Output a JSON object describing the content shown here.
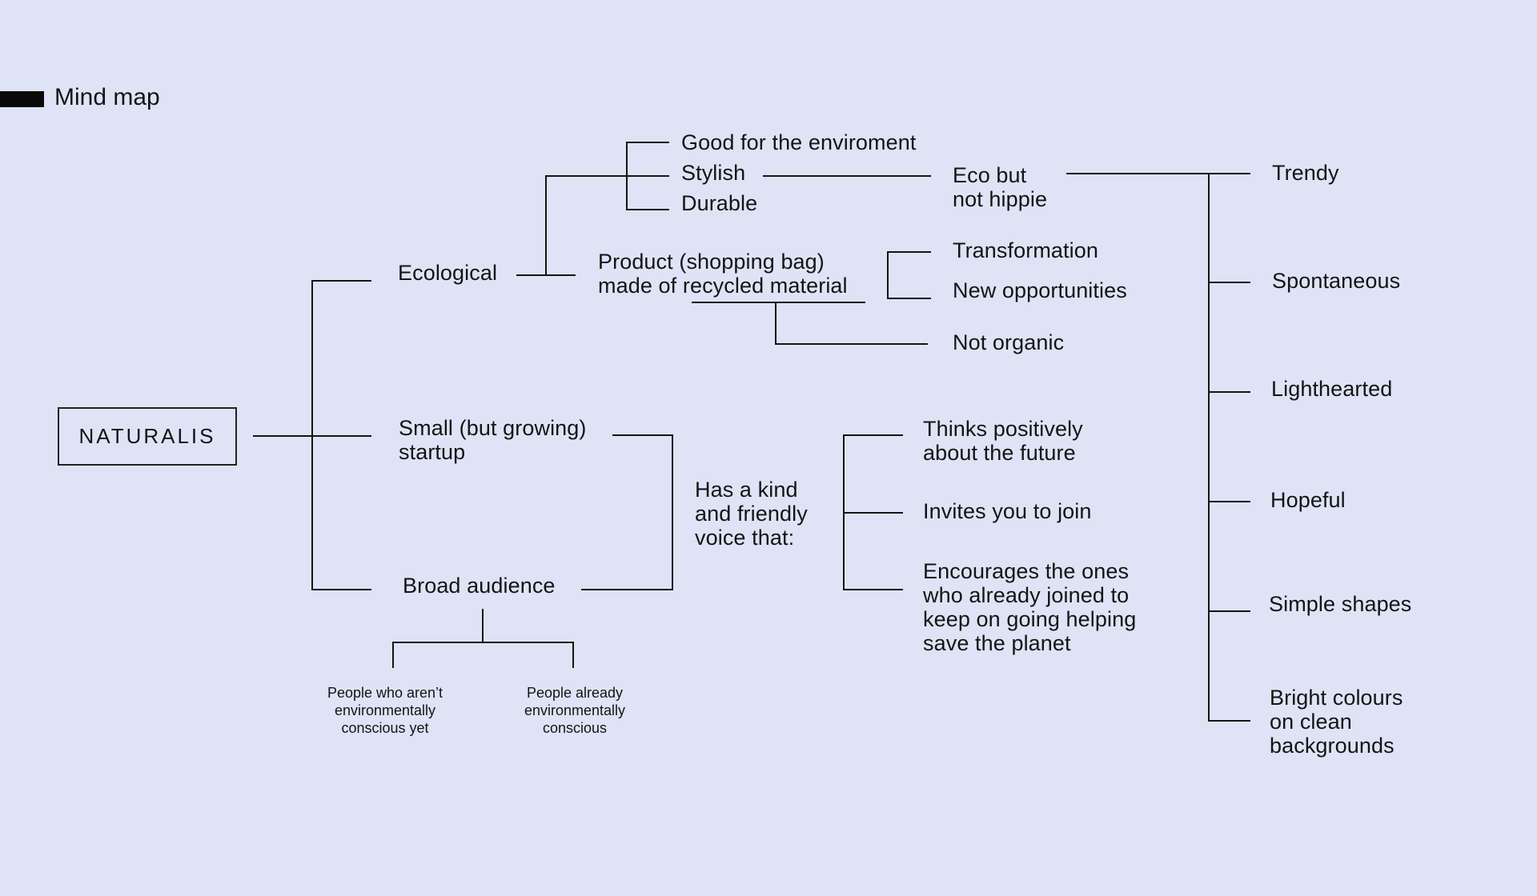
{
  "header": {
    "title": "Mind map"
  },
  "colors": {
    "background": "#dfe3f6",
    "ink": "#141414"
  },
  "root": {
    "label": "NATURALIS"
  },
  "branches": {
    "ecological": {
      "label": "Ecological",
      "product": "Product (shopping bag)\nmade of recycled material",
      "qualities": [
        "Good for the enviroment",
        "Stylish",
        "Durable"
      ],
      "eco_but": "Eco but\nnot hippie",
      "product_children": [
        "Transformation",
        "New opportunities",
        "Not organic"
      ]
    },
    "startup": {
      "label": "Small (but growing)\nstartup"
    },
    "audience": {
      "label": "Broad audience",
      "children": [
        "People who aren’t\nenvironmentally\nconscious yet",
        "People already\nenvironmentally\nconscious"
      ]
    },
    "voice": {
      "label": "Has a kind\nand friendly\nvoice that:",
      "children": [
        "Thinks positively\nabout the future",
        "Invites you to join",
        "Encourages the ones\nwho already joined to\nkeep on going helping\nsave the planet"
      ]
    },
    "style": {
      "children": [
        "Trendy",
        "Spontaneous",
        "Lighthearted",
        "Hopeful",
        "Simple shapes",
        "Bright colours\non clean\nbackgrounds"
      ]
    }
  }
}
